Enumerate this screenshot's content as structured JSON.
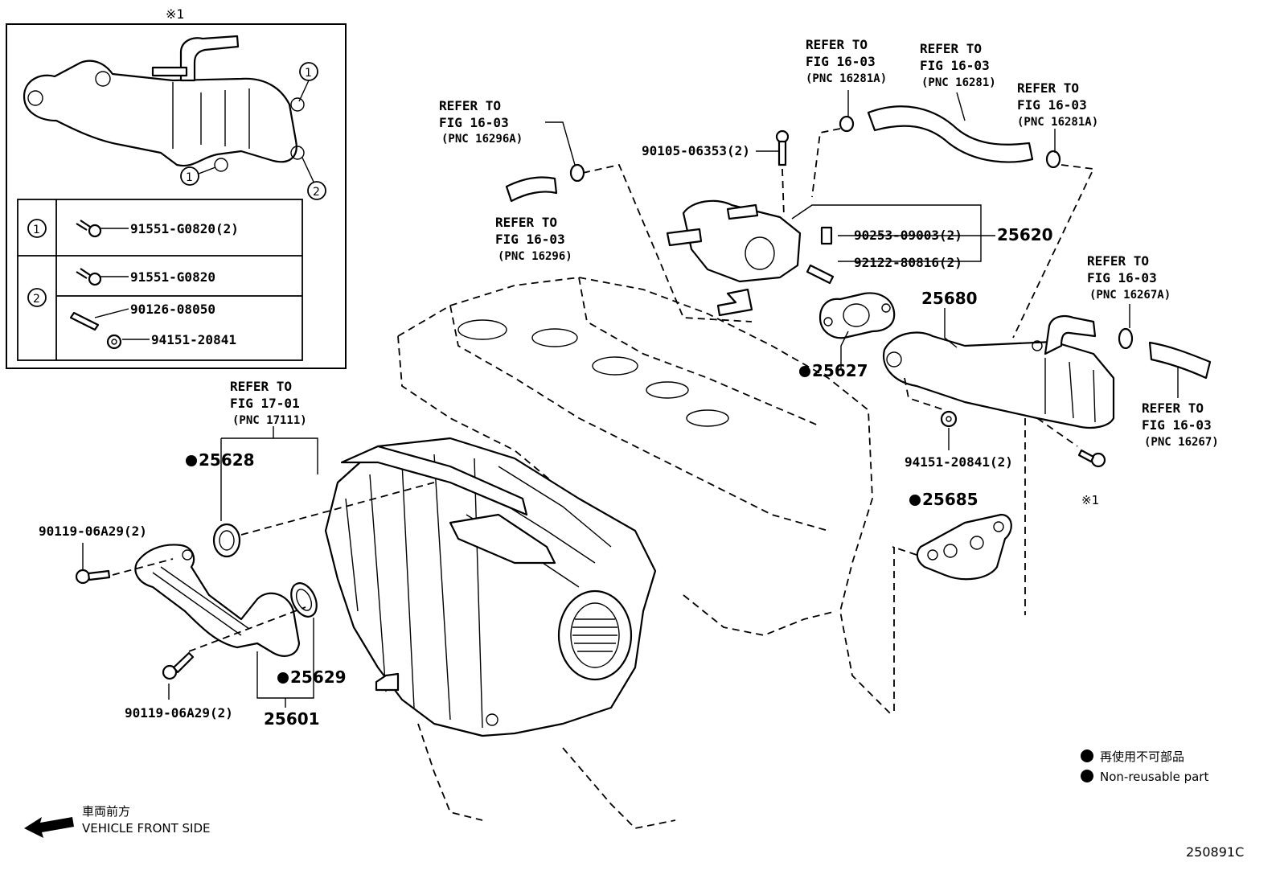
{
  "inset": {
    "marker": "※1",
    "circles": [
      "1",
      "2"
    ],
    "rows": [
      {
        "circle": "1",
        "parts": [
          "91551-G0820(2)"
        ]
      },
      {
        "circle": "2",
        "parts": [
          "91551-G0820",
          "90126-08050",
          "94151-20841"
        ]
      }
    ]
  },
  "refers": {
    "r16296a": {
      "line1": "REFER TO",
      "line2": "FIG 16-03",
      "line3": "(PNC 16296A)"
    },
    "r16296": {
      "line1": "REFER TO",
      "line2": "FIG 16-03",
      "line3": "(PNC 16296)"
    },
    "r16281a1": {
      "line1": "REFER TO",
      "line2": "FIG 16-03",
      "line3": "(PNC 16281A)"
    },
    "r16281": {
      "line1": "REFER TO",
      "line2": "FIG 16-03",
      "line3": "(PNC 16281)"
    },
    "r16281a2": {
      "line1": "REFER TO",
      "line2": "FIG 16-03",
      "line3": "(PNC 16281A)"
    },
    "r16267a": {
      "line1": "REFER TO",
      "line2": "FIG 16-03",
      "line3": "(PNC 16267A)"
    },
    "r16267": {
      "line1": "REFER TO",
      "line2": "FIG 16-03",
      "line3": "(PNC 16267)"
    },
    "r17111": {
      "line1": "REFER TO",
      "line2": "FIG 17-01",
      "line3": "(PNC 17111)"
    }
  },
  "parts": {
    "p9010506353": "90105-06353(2)",
    "p9025309003": "90253-09003(2)",
    "p9212280816": "92122-80816(2)",
    "p25620": "25620",
    "p25680": "25680",
    "p25627": "25627",
    "p9415120841_2": "94151-20841(2)",
    "p25685": "25685",
    "p25628": "25628",
    "p9011906a29_top": "90119-06A29(2)",
    "p9011906a29_bot": "90119-06A29(2)",
    "p25629": "25629",
    "p25601": "25601",
    "marker_right": "※1"
  },
  "legend": {
    "jp": "再使用不可部品",
    "en": "Non-reusable part"
  },
  "front": {
    "jp": "車両前方",
    "en": "VEHICLE FRONT SIDE"
  },
  "figure_code": "250891C"
}
